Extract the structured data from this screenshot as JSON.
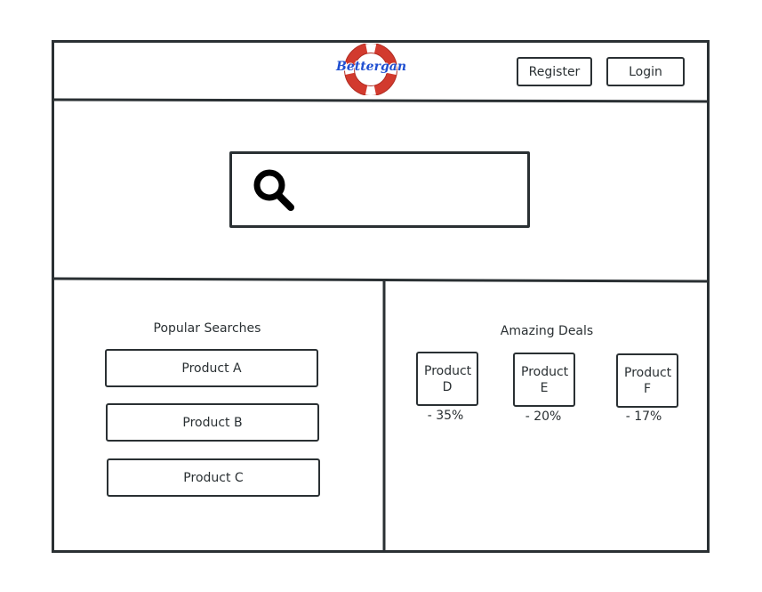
{
  "header": {
    "logo_text": "Bettergan",
    "register_label": "Register",
    "login_label": "Login"
  },
  "search": {
    "placeholder": ""
  },
  "popular": {
    "title": "Popular Searches",
    "items": [
      {
        "label": "Product A"
      },
      {
        "label": "Product B"
      },
      {
        "label": "Product C"
      }
    ]
  },
  "deals": {
    "title": "Amazing Deals",
    "items": [
      {
        "label": "Product D",
        "discount": "- 35%"
      },
      {
        "label": "Product E",
        "discount": "- 20%"
      },
      {
        "label": "Product F",
        "discount": "- 17%"
      }
    ]
  },
  "colors": {
    "ink": "#2a3033",
    "logo_red": "#d23a2e",
    "logo_blue": "#1f4fd1"
  },
  "icons": [
    "search-icon",
    "logo-lifebuoy-icon"
  ]
}
